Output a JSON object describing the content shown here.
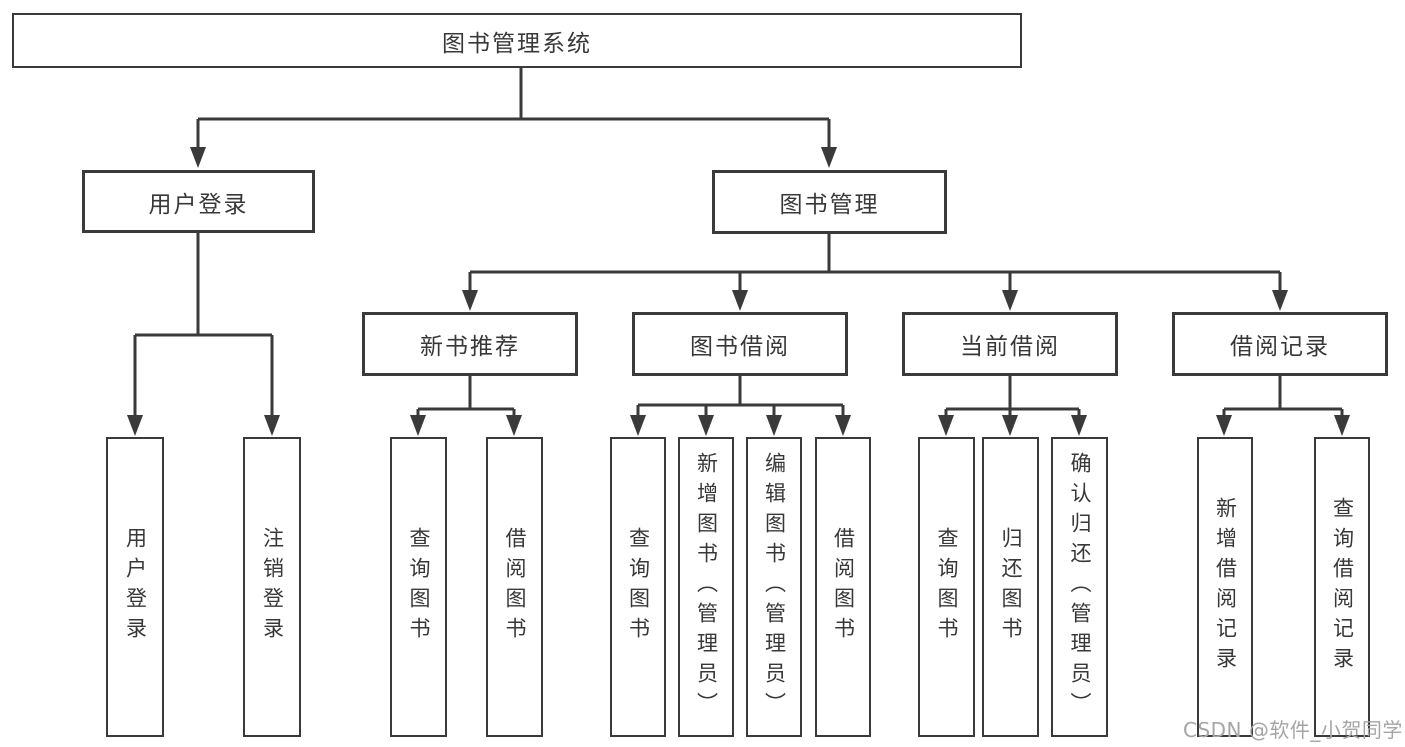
{
  "colors": {
    "line": "#3a3a3a",
    "text": "#383838",
    "watermark": "#a5a5a5",
    "background": "#ffffff"
  },
  "watermark": {
    "text": "CSDN @软件_小贺同学"
  },
  "tree": {
    "root": {
      "label": "图书管理系统",
      "children": [
        {
          "label": "用户登录",
          "children": [
            {
              "label": "用户登录"
            },
            {
              "label": "注销登录"
            }
          ]
        },
        {
          "label": "图书管理",
          "children": [
            {
              "label": "新书推荐",
              "children": [
                {
                  "label": "查询图书"
                },
                {
                  "label": "借阅图书"
                }
              ]
            },
            {
              "label": "图书借阅",
              "children": [
                {
                  "label": "查询图书"
                },
                {
                  "label": "新增图书（管理员）"
                },
                {
                  "label": "编辑图书（管理员）"
                },
                {
                  "label": "借阅图书"
                }
              ]
            },
            {
              "label": "当前借阅",
              "children": [
                {
                  "label": "查询图书"
                },
                {
                  "label": "归还图书"
                },
                {
                  "label": "确认归还（管理员）"
                }
              ]
            },
            {
              "label": "借阅记录",
              "children": [
                {
                  "label": "新增借阅记录"
                },
                {
                  "label": "查询借阅记录"
                }
              ]
            }
          ]
        }
      ]
    }
  }
}
